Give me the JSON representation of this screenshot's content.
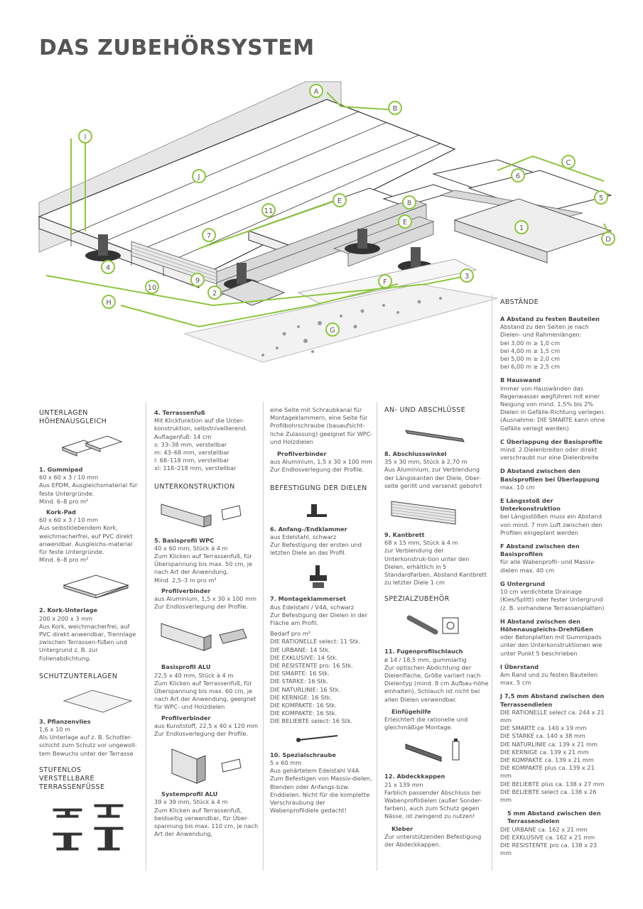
{
  "page_title": "DAS ZUBEHÖRSYSTEM",
  "callouts": [
    "A",
    "B",
    "C",
    "D",
    "E",
    "E",
    "F",
    "G",
    "H",
    "I",
    "J",
    "1",
    "2",
    "3",
    "4",
    "5",
    "6",
    "7",
    "8",
    "9",
    "10",
    "11"
  ],
  "col1": {
    "sec1": "UNTERLAGEN HÖHENAUSGLEICH",
    "i1_h": "1. Gummipad",
    "i1_t": "60 x 60 x 3 / 10 mm\nAus EPDM, Ausgleichsmaterial für feste Untergründe.\nMind. 6–8 pro m²",
    "i1b_h": "Kork-Pad",
    "i1b_t": "60 x 60 x 3 / 10 mm\nAus selbstklebendem Kork, weichmacherfrei, auf PVC direkt anwendbar. Ausgleichs-material für feste Untergründe.\nMind. 6–8 pro m²",
    "i2_h": "2. Kork-Unterlage",
    "i2_t": "200 x 200 x 3 mm\nAus Kork, weichmacherfrei, auf PVC direkt anwendbar, Trennlage zwischen Terrassen-füßen und Untergrund z. B. zur Folienabdichtung.",
    "sec2": "SCHUTZUNTERLAGEN",
    "i3_h": "3. Pflanzenvlies",
    "i3_t": "1,6 x 10 m\nAls Unterlage auf z. B. Schotter-schicht zum Schutz vor ungewoll-tem Bewuchs unter der Terrasse",
    "sec3": "STUFENLOS VERSTELLBARE TERRASSENFÜSSE"
  },
  "col2": {
    "i4_h": "4. Terrassenfuß",
    "i4_t": "Mit Klickfunktion auf die Unter-konstruktion, selbstnivellierend.\nAuflagenfuß: 14 cm\ns: 33–38 mm, verstellbar\nm: 43–68 mm, verstellbar\nl: 68–118 mm, verstellbar\nxl: 118–218 mm, verstellbar",
    "sec": "UNTERKONSTRUKTION",
    "i5_h": "5. Basisprofil WPC",
    "i5_t": "40 x 60 mm, Stück à 4 m\nZum Klicken auf Terrassenfuß, für Überspannung bis max. 50 cm, je nach Art der Anwendung.\nMind. 2,5–3 m pro m²",
    "p1_h": "Profilverbinder",
    "p1_t": "aus Aluminium, 1,5 x 30 x 100 mm\nZur Endlosverlegung der Profile.",
    "i5b_h": "Basisprofil ALU",
    "i5b_t": "22,5 x 40 mm, Stück à 4 m\nZum Klicken auf Terrassenfuß, für Überspannung bis max. 60 cm, je nach Art der Anwendung, geeignet für WPC- und Holzdielen",
    "p2_h": "Profilverbinder",
    "p2_t": "aus Kunststoff, 22,5 x 40 x 120 mm\nZur Endlosverlegung der Profile.",
    "i5c_h": "Systemprofil ALU",
    "i5c_t": "39 x 39 mm, Stück à 4 m\nZum Klicken auf Terrassenfuß, beidseitig verwendbar, für Über-spannung bis max. 110 cm, je nach Art der Anwendung,"
  },
  "col3": {
    "cont_t": "eine Seite mit Schraubkanal für Montageklammern, eine Seite für Profilbohrschraube (bauaufsicht-liche Zulassung) geeignet für WPC- und Holzdielen",
    "p3_h": "Profilverbinder",
    "p3_t": "aus Aluminium, 1,5 x 30 x 100 mm\nZur Endlosverlegung der Profile.",
    "sec": "BEFESTIGUNG DER DIELEN",
    "i6_h": "6. Anfang-/Endklammer",
    "i6_t": "aus Edelstahl, schwarz\nZur Befestigung der ersten und letzten Diele an das Profil.",
    "i7_h": "7. Montageklammerset",
    "i7_t": "Aus Edelstahl / V4A, schwarz\nZur Befestigung der Dielen in der Fläche am Profil.",
    "i7_t2": "Bedarf pro m²\nDIE RATIONELLE select: 11 Stk.\nDIE URBANE: 14 Stk.\nDIE EXKLUSIVE: 14 Stk.\nDIE RESISTENTE pro: 16 Stk.\nDIE SMARTE: 16 Stk.\nDIE STARKE: 16 Stk.\nDIE NATURLINIE: 16 Stk.\nDIE KERNIGE: 16 Stk.\nDIE KOMPAKTE: 16 Stk.\nDIE KOMPAKTE: 16 Stk.\nDIE BELIEBTE select: 16 Stk.",
    "i10_h": "10. Spezialschraube",
    "i10_t": "5 x 60 mm\nAus gehärtetem Edelstahl V4A Zum Befestigen von Massiv-dielen, Blenden oder Anfangs-bzw. Enddielen. Nicht für die komplette Verschraubung der Wabenprofildiele gedacht!"
  },
  "col4": {
    "sec": "AN- UND ABSCHLÜSSE",
    "i8_h": "8. Abschlusswinkel",
    "i8_t": "35 x 30 mm, Stück à 2,70 m\nAus Aluminium, zur Verblendung der Längskanten der Diele, Ober-seite gerillt und versenkt gebohrt",
    "i9_h": "9. Kantbrett",
    "i9_t": "68 x 15 mm, Stück à 4 m\nzur Verblendung der Unterkonstruk-tion unter den Dielen, erhältlich in 5 Standardfarben, Abstand Kantbrett zu letzter Diele 1 cm",
    "sec2": "SPEZIALZUBEHÖR",
    "i11_h": "11. Fugenprofilschlauch",
    "i11_t": "ø 14 / 18,5 mm, gummiartig\nZur optischen Abdichtung der Dielenfläche, Größe variiert nach Dielentyp (mind. 8 cm Aufbau-höhe einhalten), Schlauch ist nicht bei allen Dielen verwendbar.",
    "e_h": "Einfügehilfe",
    "e_t": "Erleichtert die rationelle und gleichmäßige Montage.",
    "i12_h": "12. Abdeckkappen",
    "i12_t": "21 x 139 mm\nFarblich passender Abschluss bei Wabenprofildielen (außer Sonder-farben), auch zum Schutz gegen Nässe, ist zwingend zu nutzen!",
    "k_h": "Kleber",
    "k_t": "Zur unterstützenden Befestigung der Abdeckkappen."
  },
  "col5": {
    "sec": "ABSTÄNDE",
    "a_h": "A  Abstand zu festen Bauteilen",
    "a_t": "Abstand zu den Seiten je nach Dielen- und Rahmenlängen:\nbei 3,00 m ≥ 1,0 cm\nbei 4,00 m ≥ 1,5 cm\nbei 5,00 m ≥ 2,0 cm\nbei 6,00 m ≥ 2,5 cm",
    "b_h": "B  Hauswand",
    "b_t": "Immer von Hauswänden das Regenwasser wegführen mit einer Neigung von mind. 1,5% bis 2% Dielen in Gefälle-Richtung verlegen. (Ausnahme: DIE SMARTE kann ohne Gefälle verlegt werden)",
    "c_h": "C  Überlappung der Basisprofile",
    "c_t": "mind. 2 Dielenbreiten oder direkt verschraubt nur eine Dielenbreite",
    "d_h": "D  Abstand zwischen den Basisprofilen bei Überlappung",
    "d_t": "max. 10 cm",
    "e_h": "E  Längsstoß der Unterkonstruktion",
    "e_t": "bei Längsstößen muss ein Abstand von mind. 7 mm Luft zwischen den Profilen eingeplant werden",
    "f_h": "F  Abstand zwischen den Basisprofilen",
    "f_t": "für alle Wabenprofil- und Massiv-dielen max. 40 cm",
    "g_h": "G  Untergrund",
    "g_t": "10 cm verdichtete Drainage (Kies/Splitt) oder fester Untergrund (z. B. vorhandene Terrassenplatten)",
    "h_h": "H  Abstand zwischen den Höhenausgleichs-Drehfüßen",
    "h_t": "oder Betonplatten mit Gummipads unter den Unterkonstruktionen wie unter Punkt 5 beschrieben",
    "i_h": "I  Überstand",
    "i_t": "Am Rand und zu festen Bauteilen max. 5 cm",
    "j_h": "J  7,5 mm Abstand zwischen den Terrassendielen",
    "j_t": "DIE RATIONELLE select ca. 244 x 21 mm\nDIE SMARTE ca. 140 x 19 mm\nDIE STARKE ca. 140 x 38 mm\nDIE NATURLINIE ca. 139 x 21 mm\nDIE KERNIGE ca. 139 x 21 mm\nDIE KOMPAKTE ca. 139 x 21 mm\nDIE KOMPAKTE plus ca. 139 x 21 mm\nDIE BELIEBTE plus ca. 138 x 27 mm\nDIE BELIEBTE select ca. 138 x 26 mm",
    "j2_h": "5 mm Abstand zwischen den Terrassendielen",
    "j2_t": "DIE URBANE ca. 162 x 21 mm\nDIE EXKLUSIVE ca. 162 x 21 mm\nDIE RESISTENTE pro ca. 138 x 23 mm"
  }
}
